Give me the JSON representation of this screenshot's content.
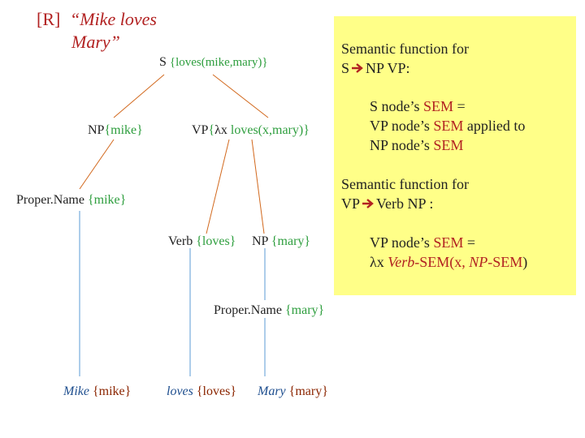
{
  "slide_title": {
    "tag": "[R]",
    "quote_line1": "“Mike loves",
    "quote_line2": "Mary”"
  },
  "tree": {
    "s": {
      "label": "S",
      "sem": "{loves(mike,mary)}"
    },
    "np": {
      "label": "NP",
      "sem": "{mike}"
    },
    "vp": {
      "label": "VP",
      "sem_prefix": "{",
      "lambda": "λx",
      "sem_rest": " loves(x,mary)}"
    },
    "proper_name_left": {
      "label": "Proper.Name",
      "sem": "{mike}"
    },
    "verb": {
      "label": "Verb",
      "sem": "{loves}"
    },
    "np_right": {
      "label": "NP",
      "sem": "{mary}"
    },
    "proper_name_right": {
      "label": "Proper.Name",
      "sem": "{mary}"
    },
    "leaf_mike": {
      "word": "Mike",
      "sem": "{mike}"
    },
    "leaf_loves": {
      "word": "loves",
      "sem": "{loves}"
    },
    "leaf_mary": {
      "word": "Mary",
      "sem": "{mary}"
    }
  },
  "notes": {
    "rule1": {
      "line1": "Semantic function for",
      "lhs": "S",
      "rhs": "NP VP:"
    },
    "explain1": {
      "line1_a": "S node’s ",
      "line1_b": "SEM",
      "line1_c": " =",
      "line2_a": "VP node’s ",
      "line2_b": "SEM",
      "line2_c": " applied to",
      "line3_a": "NP node’s ",
      "line3_b": "SEM"
    },
    "rule2": {
      "line1": "Semantic function for",
      "lhs": "VP",
      "rhs": "Verb NP :"
    },
    "explain2": {
      "line1_a": "VP node’s ",
      "line1_b": "SEM",
      "line1_c": " =",
      "lambda": "λx",
      "verb": "Verb",
      "sem_a": "-SEM(x, ",
      "np": "NP",
      "sem_b": "-SEM",
      "close": ")"
    }
  },
  "colors": {
    "semantic_green": "#2e9e3e",
    "keyword_red": "#b22222",
    "note_background": "#ffff88",
    "tree_lines": "#d2691e",
    "leaf_lines": "#5b9bd5"
  }
}
